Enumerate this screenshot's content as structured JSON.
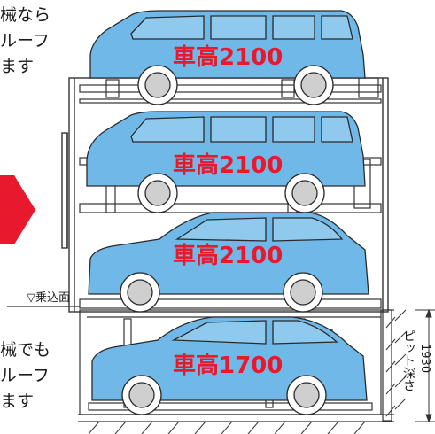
{
  "side_text": {
    "top_line1": "械なら",
    "top_line2": "ルーフ",
    "top_line3": "ます",
    "bottom_line1": "械でも",
    "bottom_line2": "ルーフ",
    "bottom_line3": "ます"
  },
  "floor_label": "▽乗込面",
  "levels": [
    {
      "height_label": "車高2100"
    },
    {
      "height_label": "車高2100"
    },
    {
      "height_label": "車高2100"
    },
    {
      "height_label": "車高1700"
    }
  ],
  "pit": {
    "label": "ピット深さ",
    "value": "1930"
  },
  "colors": {
    "car_fill": "#6fb8e8",
    "car_stroke": "#2a2a2a",
    "label_red": "#e8192c",
    "arrow_red": "#e8192c",
    "structure": "#333333"
  }
}
